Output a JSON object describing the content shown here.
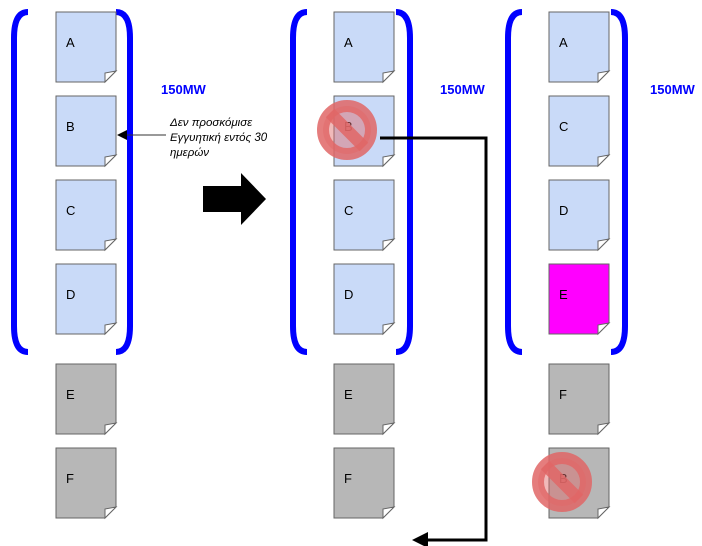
{
  "colors": {
    "bracket": "#0000ff",
    "doc_fill_blue": "#c9daf8",
    "doc_fill_gray": "#b7b7b7",
    "doc_fill_highlight": "#ff00ff",
    "doc_stroke": "#666666",
    "prohibit": "#e06666",
    "arrow": "#000000"
  },
  "panels": [
    {
      "capacity_label": "150MW",
      "in_bracket": [
        {
          "label": "A",
          "state": "blue"
        },
        {
          "label": "B",
          "state": "blue"
        },
        {
          "label": "C",
          "state": "blue"
        },
        {
          "label": "D",
          "state": "blue"
        }
      ],
      "outside": [
        {
          "label": "E",
          "state": "gray"
        },
        {
          "label": "F",
          "state": "gray"
        }
      ],
      "note_lines": [
        "Δεν προσκόμισε",
        "Εγγυητική εντός 30",
        "ημερών"
      ]
    },
    {
      "capacity_label": "150MW",
      "in_bracket": [
        {
          "label": "A",
          "state": "blue"
        },
        {
          "label": "B",
          "state": "blue",
          "prohibited": true
        },
        {
          "label": "C",
          "state": "blue"
        },
        {
          "label": "D",
          "state": "blue"
        }
      ],
      "outside": [
        {
          "label": "E",
          "state": "gray"
        },
        {
          "label": "F",
          "state": "gray"
        }
      ]
    },
    {
      "capacity_label": "150MW",
      "in_bracket": [
        {
          "label": "A",
          "state": "blue"
        },
        {
          "label": "C",
          "state": "blue"
        },
        {
          "label": "D",
          "state": "blue"
        },
        {
          "label": "E",
          "state": "highlight"
        }
      ],
      "outside": [
        {
          "label": "F",
          "state": "gray"
        },
        {
          "label": "B",
          "state": "gray",
          "prohibited": true
        }
      ]
    }
  ]
}
